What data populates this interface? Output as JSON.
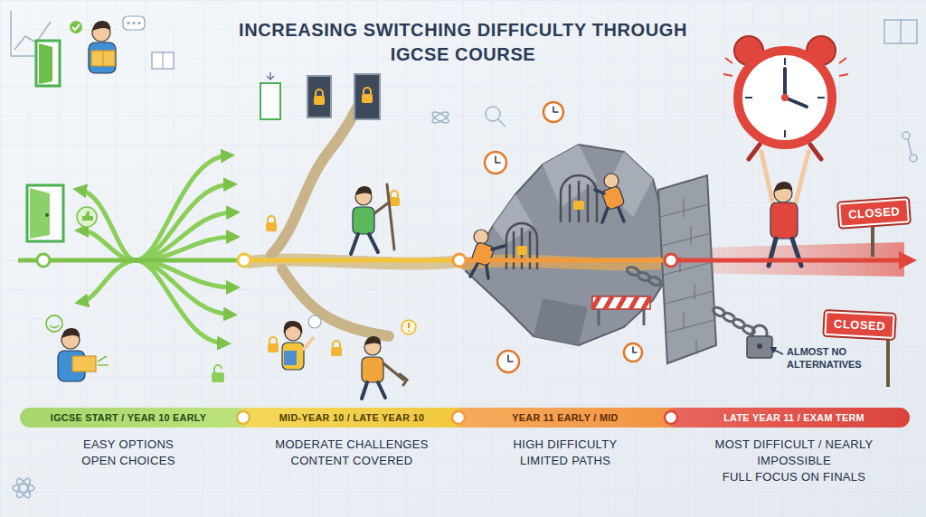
{
  "diagram": {
    "title": "INCREASING SWITCHING DIFFICULTY THROUGH IGCSE COURSE",
    "nodes": [
      {
        "text": [
          "CLOSED"
        ]
      },
      {
        "text": [
          "CLOSED"
        ]
      },
      {
        "text": [
          "IGCSE START / YEAR 10 EARLY",
          "EASY OPTIONS",
          "OPEN CHOICES"
        ]
      },
      {
        "text": [
          "MID-YEAR 10 / LATE YEAR 10",
          "MODERATE CHALLENGES",
          "CONTENT COVERED"
        ]
      },
      {
        "text": [
          "YEAR 11 EARLY / MID",
          "HIGH DIFFICULTY",
          "LIMITED PATHS"
        ]
      },
      {
        "text": [
          "LATE YEAR 11 / EXAM TERM",
          "MOST DIFFICULT / NEARLY IMPOSSIBLE",
          "FULL FOCUS ON FINALS"
        ]
      }
    ],
    "labels": [
      "ALMOST NO ALTERNATIVES"
    ]
  }
}
